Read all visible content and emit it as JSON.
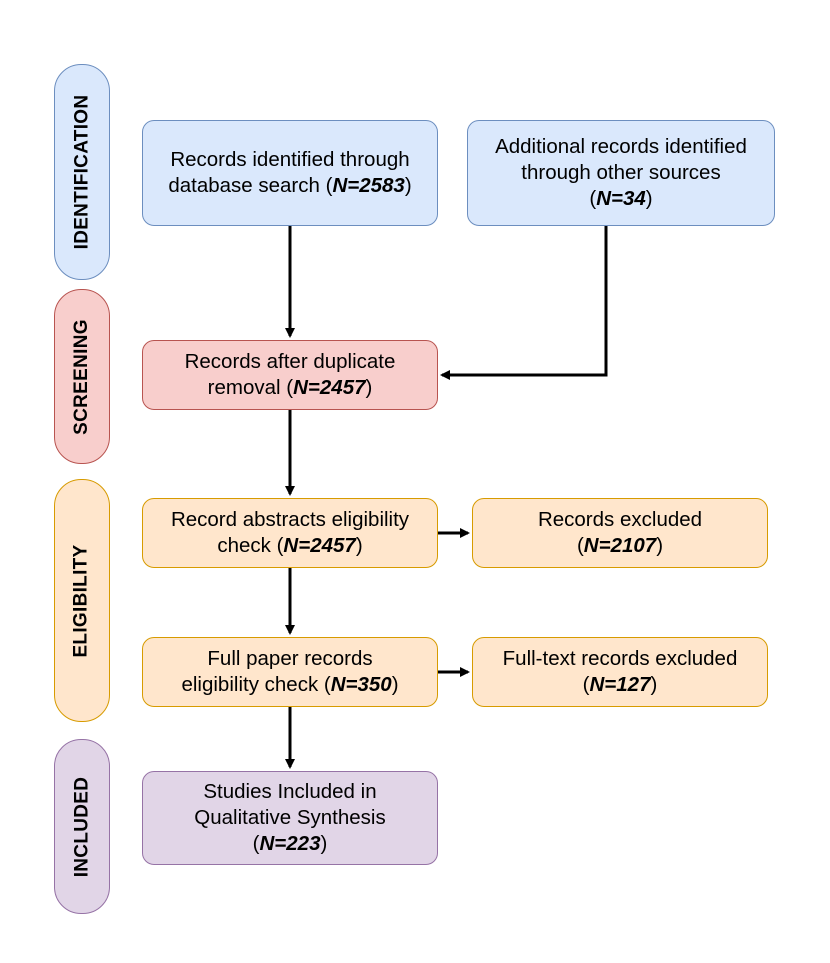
{
  "stages": {
    "identification": "IDENTIFICATION",
    "screening": "SCREENING",
    "eligibility": "ELIGIBILITY",
    "included": "INCLUDED"
  },
  "boxes": {
    "database_search": {
      "line1": "Records identified through",
      "line2_prefix": "database search (",
      "n": "N=2583",
      "suffix": ")"
    },
    "other_sources": {
      "line1": "Additional records identified",
      "line2": "through other sources",
      "prefix": "(",
      "n": "N=34",
      "suffix": ")"
    },
    "duplicate_removal": {
      "line1": "Records after duplicate",
      "line2_prefix": "removal (",
      "n": "N=2457",
      "suffix": ")"
    },
    "abstract_check": {
      "line1": "Record abstracts eligibility",
      "line2_prefix": "check (",
      "n": "N=2457",
      "suffix": ")"
    },
    "records_excluded": {
      "line1": "Records excluded",
      "prefix": "(",
      "n": "N=2107",
      "suffix": ")"
    },
    "full_paper_check": {
      "line1": "Full paper records",
      "line2_prefix": "eligibility check (",
      "n": "N=350",
      "suffix": ")"
    },
    "fulltext_excluded": {
      "line1": "Full-text records excluded",
      "prefix": "(",
      "n": "N=127",
      "suffix": ")"
    },
    "included_studies": {
      "line1": "Studies Included in",
      "line2": "Qualitative Synthesis",
      "prefix": "(",
      "n": "N=223",
      "suffix": ")"
    }
  },
  "colors": {
    "identification_fill": "#dae8fc",
    "identification_stroke": "#6c8ebf",
    "screening_fill": "#f8cecc",
    "screening_stroke": "#b85450",
    "eligibility_fill": "#ffe6cc",
    "eligibility_stroke": "#d79b00",
    "included_fill": "#e1d5e7",
    "included_stroke": "#9673a6",
    "arrow": "#000000"
  }
}
